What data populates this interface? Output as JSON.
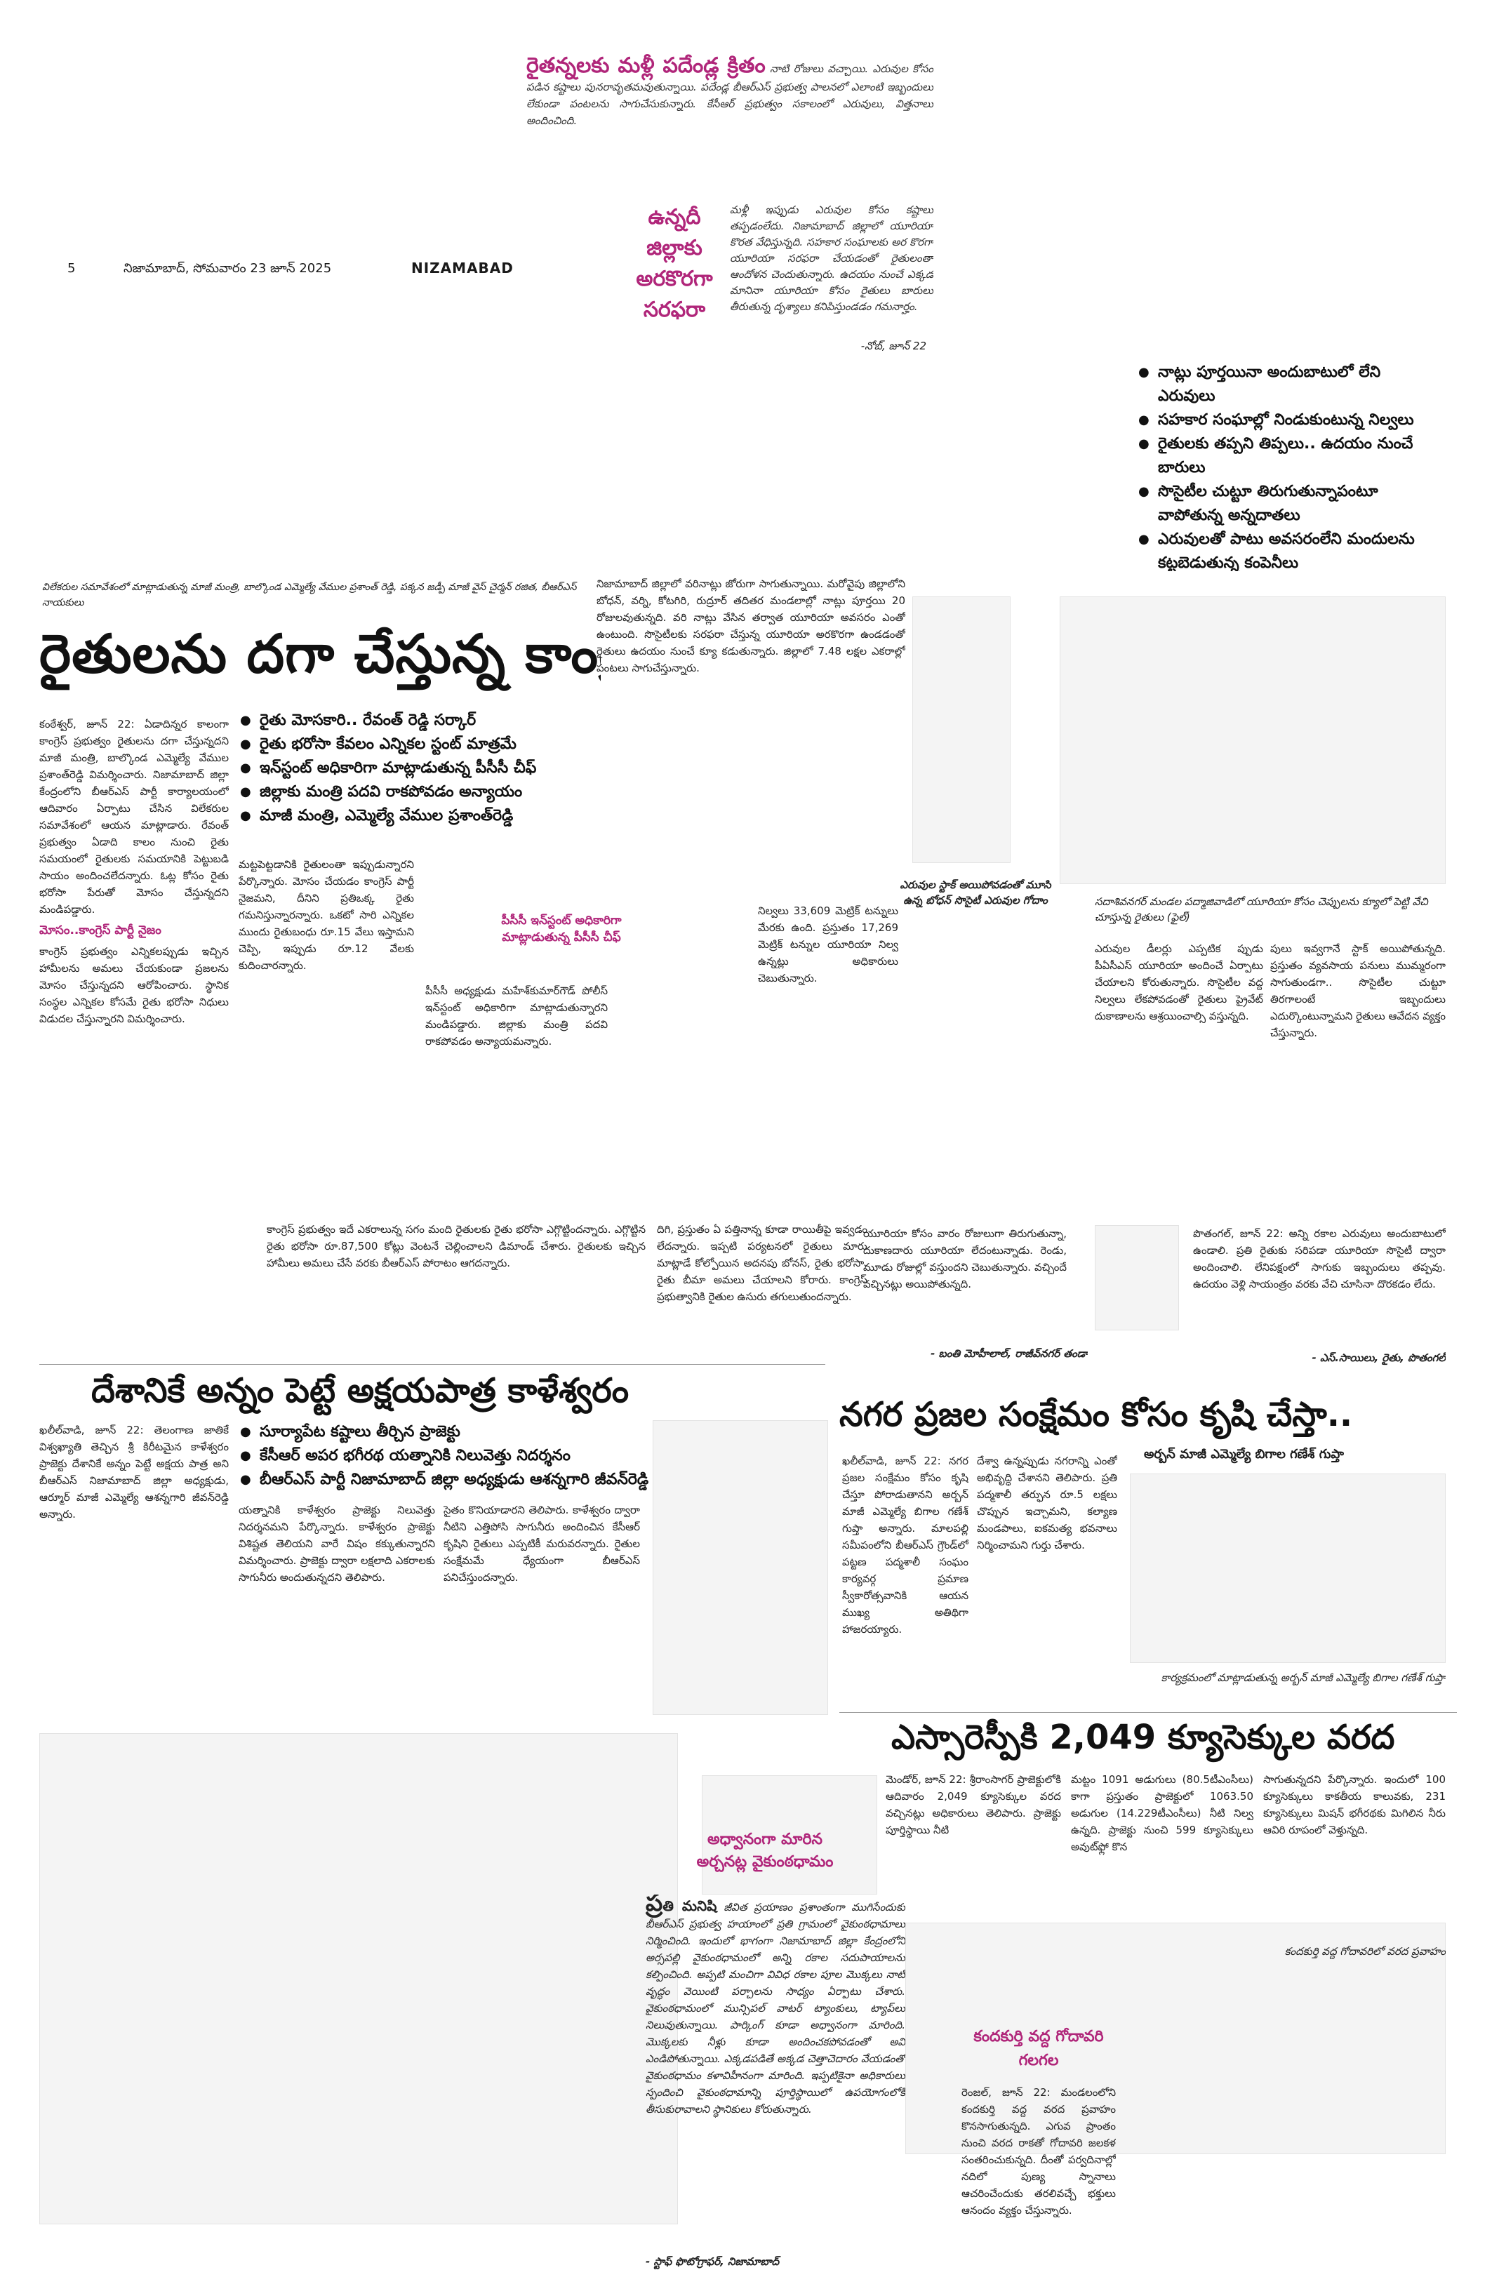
{
  "masthead": {
    "page_number": "5",
    "dateline": "నిజామాబాద్, సోమవారం 23 జూన్ 2025",
    "edition": "NIZAMABAD"
  },
  "feature": {
    "title_lead": "రైతన్నలకు మళ్లీ పదేండ్ల క్రితం",
    "title_rest": "నాటి రోజులు వచ్చాయి. ఎరువుల కోసం పడిన కష్టాలు పునరావృతమవుతున్నాయి. పదేండ్ల బీఆర్ఎస్ ప్రభుత్వ పాలనలో ఎలాంటి ఇబ్బందులు లేకుండా పంటలను సాగుచేసుకున్నారు. కేసీఆర్ ప్రభుత్వం సకాలంలో ఎరువులు, విత్తనాలు అందించింది.",
    "side_title": "ఉన్నదీ జిల్లాకు అరకొరగా సరఫరా",
    "body": "మళ్లీ ఇప్పుడు ఎరువుల కోసం కష్టాలు తప్పడంలేదు. నిజామాబాద్ జిల్లాలో యూరియా కొరత వేధిస్తున్నది. సహకార సంఘాలకు అర కొరగా యూరియా సరఫరా చేయడంతో రైతులంతా ఆందోళన చెందుతున్నారు. ఉదయం నుంచే ఎక్కడ మానినా యూరియా కోసం రైతులు బారులు తీరుతున్న దృశ్యాలు కనిపిస్తుండడం గమనార్హం.",
    "credit": "-నోబ్, జూన్ 22"
  },
  "summary_bullets": [
    "నాట్లు పూర్తయినా అందుబాటులో లేని ఎరువులు",
    "సహకార సంఘాల్లో నిండుకుంటున్న నిల్వలు",
    "రైతులకు తప్పని తిప్పలు.. ఉదయం నుంచే బారులు",
    "సొసైటీల చుట్టూ తిరుగుతున్నాపంటూ వాపోతున్న అన్నదాతలు",
    "ఎరువులతో పాటు అవసరంలేని మందులను కట్టబెడుతున్న కంపెనీలు"
  ],
  "story1": {
    "kicker": "విలేకరుల సమావేశంలో మాట్లాడుతున్న మాజీ మంత్రి, బాల్కొండ ఎమ్మెల్యే వేముల ప్రశాంత్ రెడ్డి, పక్కన జడ్పీ మాజీ వైస్ చైర్మన్ రజిత, బీఆర్ఎస్ నాయకులు",
    "headline": "రైతులను దగా చేస్తున్న కాంగ్రెస్",
    "bullets": [
      "రైతు మోసకారి.. రేవంత్ రెడ్డి సర్కార్",
      "రైతు భరోసా కేవలం ఎన్నికల స్టంట్ మాత్రమే",
      "ఇన్‌స్టంట్ అధికారిగా మాట్లాడుతున్న పీసీసీ చీఫ్",
      "జిల్లాకు మంత్రి పదవి రాకపోవడం అన్యాయం",
      "మాజీ మంత్రి, ఎమ్మెల్యే వేముల ప్రశాంత్‌రెడ్డి"
    ],
    "col1": "కంఠేశ్వర్, జూన్ 22: ఏడాదిన్నర కాలంగా కాంగ్రెస్ ప్రభుత్వం రైతులను దగా చేస్తున్నదని మాజీ మంత్రి, బాల్కొండ ఎమ్మెల్యే వేముల ప్రశాంత్‌రెడ్డి విమర్శించారు. నిజామాబాద్ జిల్లా కేంద్రంలోని బీఆర్ఎస్ పార్టీ కార్యాలయంలో ఆదివారం ఏర్పాటు చేసిన విలేకరుల సమావేశంలో ఆయన మాట్లాడారు. రేవంత్ ప్రభుత్వం ఏడాది కాలం నుంచి రైతు సమయంలో రైతులకు సమయానికి పెట్టుబడి సాయం అందించలేదన్నారు. ఓట్ల కోసం రైతు భరోసా పేరుతో మోసం చేస్తున్నదని మండిపడ్డారు.",
    "col1_subhead": "మోసం..కాంగ్రెస్ పార్టీ నైజం",
    "col1b": "కాంగ్రెస్ ప్రభుత్వం ఎన్నికలప్పుడు ఇచ్చిన హామీలను అమలు చేయకుండా ప్రజలను మోసం చేస్తున్నదని ఆరోపించారు. స్థానిక సంస్థల ఎన్నికల కోసమే రైతు భరోసా నిధులు విడుదల చేస్తున్నారని విమర్శించారు.",
    "col2": "మట్టపెట్టడానికి రైతులంతా ఇప్పుడున్నారని పేర్కొన్నారు. మోసం చేయడం కాంగ్రెస్ పార్టీ నైజమని, దీనిని ప్రతిఒక్క రైతు గమనిస్తున్నారన్నారు. ఒకటో సారి ఎన్నికల ముందు రైతుబంధు రూ.15 వేలు ఇస్తామని చెప్పి, ఇప్పుడు రూ.12 వేలకు కుదించారన్నారు.",
    "col2_subhead": "పీసీసీ ఇన్‌స్టంట్ అధికారిగా మాట్లాడుతున్న పీసీసీ చీఫ్",
    "col2b": "పీసీసీ అధ్యక్షుడు మహేశ్‌కుమార్‌గౌడ్ పోలీస్ ఇన్‌స్టంట్ అధికారిగా మాట్లాడుతున్నారని మండిపడ్డారు. జిల్లాకు మంత్రి పదవి రాకపోవడం అన్యాయమన్నారు.",
    "col3": "నిజామాబాద్ జిల్లాలో వరినాట్లు జోరుగా సాగుతున్నాయి. మరోవైపు జిల్లాలోని బోధన్, వర్ని, కోటగిరి, రుద్రూర్ తదితర మండలాల్లో నాట్లు పూర్తయి 20 రోజులవుతున్నది. వరి నాట్లు వేసిన తర్వాత యూరియా అవసరం ఎంతో ఉంటుంది. సొసైటీలకు సరఫరా చేస్తున్న యూరియా అరకొరగా ఉండడంతో రైతులు ఉదయం నుంచే క్యూ కడుతున్నారు. జిల్లాలో 7.48 లక్షల ఎకరాల్లో పంటలు సాగుచేస్తున్నారు.",
    "col3b": "నిల్వలు 33,609 మెట్రిక్ టన్నులు మేరకు ఉంది. ప్రస్తుతం 17,269 మెట్రిక్ టన్నుల యూరియా నిల్వ ఉన్నట్లు అధికారులు చెబుతున్నారు.",
    "jump": "కాంగ్రెస్ ప్రభుత్వం ఇదే ఎకరాలున్న సగం మంది రైతులకు రైతు భరోసా ఎగ్గొట్టిందన్నారు. ఎగ్గొట్టిన రైతు భరోసా రూ.87,500 కోట్లు వెంటనే చెల్లించాలని డిమాండ్ చేశారు. రైతులకు ఇచ్చిన హామీలు అమలు చేసే వరకు బీఆర్ఎస్ పోరాటం ఆగదన్నారు.",
    "jump2": "దిగి, ప్రస్తుతం ఏ పత్తినాన్న కూడా రాయితీపై ఇవ్వడం లేదన్నారు. ఇప్పటి పర్యటనలో రైతులు మారు మాట్లాడే కోల్పోయిన అదనపు బోనస్, రైతు భరోసా, రైతు బీమా అమలు చేయాలని కోరారు. కాంగ్రెస్ ప్రభుత్వానికి రైతుల ఉసురు తగులుతుందన్నారు."
  },
  "story_urea": {
    "photo_caption": "ఎరువుల స్టాక్ అయిపోవడంతో మూసి ఉన్న బోధన్ సొసైటీ ఎరువుల గోదాం",
    "caption_right": "సదాశివనగర్ మండల పద్మాజివాడిలో యూరియా కోసం చెప్పులను క్యూలో పెట్టి వేచి చూస్తున్న రైతులు (ఫైల్)",
    "body_a": "ఎరువుల డీలర్లు ఎప్పటిక ప్పుడు పీఏసీఎస్ యూరియా అందించే ఏర్పాటు చేయాలని కోరుతున్నారు. సొసైటీల వద్ద నిల్వలు లేకపోవడంతో రైతులు ప్రైవేట్ దుకాణాలను ఆశ్రయించాల్సి వస్తున్నది.",
    "body_b": "పులు ఇవ్వగానే స్టాక్ అయిపోతున్నది. ప్రస్తుతం వ్యవసాయ పనులు ముమ్మరంగా సాగుతుండగా.. సొసైటీల చుట్టూ తిరగాలంటే ఇబ్బందులు ఎదుర్కొంటున్నామని రైతులు ఆవేదన వ్యక్తం చేస్తున్నారు.",
    "farmer_quote_a": "యూరియా కోసం వారం రోజులుగా తిరుగుతున్నా, దుకాణదారు యూరియా లేదంటున్నాడు. రెండు, మూడు రోజుల్లో వస్తుందని చెబుతున్నారు. వచ్చిందే వచ్చినట్లు అయిపోతున్నది.",
    "farmer_credit_a": "- బంతి మోహీలాల్, రాజీవ్‌నగర్ తండా",
    "farmer_quote_b": "పొతంగల్, జూన్ 22: అన్ని రకాల ఎరువులు అందుబాటులో ఉండాలి. ప్రతి రైతుకు సరిపడా యూరియా సొసైటీ ద్వారా అందించాలి. లేనిపక్షంలో సాగుకు ఇబ్బందులు తప్పవు. ఉదయం వెళ్లి సాయంత్రం వరకు వేచి చూసినా దొరకడం లేదు.",
    "farmer_credit_b": "- ఎస్.సాయిలు, రైతు, పొతంగల్"
  },
  "story_kaleshwaram": {
    "headline": "దేశానికే అన్నం పెట్టే అక్షయపాత్ర కాళేశ్వరం",
    "bullets": [
      "సూర్యాపేట కష్టాలు తీర్చిన ప్రాజెక్టు",
      "కేసీఆర్ అపర భగీరథ యత్నానికి నిలువెత్తు నిదర్శనం",
      "బీఆర్ఎస్ పార్టీ నిజామాబాద్ జిల్లా అధ్యక్షుడు ఆశన్నగారి జీవన్‌రెడ్డి"
    ],
    "col1": "ఖలీల్‌వాడి, జూన్ 22: తెలంగాణ జాతికే విశ్వఖ్యాతి తెచ్చిన శ్రీ కిరీటమైన కాళేశ్వరం ప్రాజెక్టు దేశానికే అన్నం పెట్టే అక్షయ పాత్ర అని బీఆర్ఎస్ నిజామాబాద్ జిల్లా అధ్యక్షుడు, ఆర్మూర్ మాజీ ఎమ్మెల్యే ఆశన్నగారి జీవన్‌రెడ్డి అన్నారు.",
    "col2": "యత్నానికి కాళేశ్వరం ప్రాజెక్టు నిలువెత్తు నిదర్శనమని పేర్కొన్నారు. కాళేశ్వరం ప్రాజెక్టు విశిష్టత తెలియని వారే విషం కక్కుతున్నారని విమర్శించారు. ప్రాజెక్టు ద్వారా లక్షలాది ఎకరాలకు సాగునీరు అందుతున్నదని తెలిపారు.",
    "col3": "సైతం కొనియాడారని తెలిపారు. కాళేశ్వరం ద్వారా నీటిని ఎత్తిపోసి సాగునీరు అందించిన కేసీఆర్ కృషిని రైతులు ఎప్పటికీ మరువరన్నారు. రైతుల సంక్షేమమే ధ్యేయంగా బీఆర్ఎస్ పనిచేస్తుందన్నారు."
  },
  "story_gupta": {
    "headline": "నగర ప్రజల సంక్షేమం కోసం కృషి చేస్తా..",
    "sub": "అర్బన్ మాజీ ఎమ్మెల్యే బిగాల గణేశ్ గుప్తా",
    "col1": "ఖలీల్‌వాడి, జూన్ 22: నగర ప్రజల సంక్షేమం కోసం కృషి చేస్తూ పోరాడుతానని అర్బన్ మాజీ ఎమ్మెల్యే బిగాల గణేశ్ గుప్తా అన్నారు. మాలపల్లి సమీపంలోని బీఆర్ఎస్ గ్రౌండ్‌లో పట్టణ పద్మశాలీ సంఘం కార్యవర్గ ప్రమాణ స్వీకారోత్సవానికి ఆయన ముఖ్య అతిథిగా హాజరయ్యారు.",
    "col2": "దేశ్వా ఉన్నప్పుడు నగరాన్ని ఎంతో అభివృద్ధి చేశానని తెలిపారు. ప్రతి పద్మశాలీ తర్ఫున రూ.5 లక్షలు చొప్పున ఇచ్చామని, కల్యాణ మండపాలు, ఐకమత్య భవనాలు నిర్మించామని గుర్తు చేశారు.",
    "photo_caption": "కార్యక్రమంలో మాట్లాడుతున్న అర్బన్ మాజీ ఎమ్మెల్యే బిగాల గణేశ్ గుప్తా"
  },
  "story_sriram": {
    "headline": "ఎస్సారెస్పీకి 2,049 క్యూసెక్కుల వరద",
    "col1": "మెండోర్, జూన్ 22: శ్రీరాంసాగర్ ప్రాజెక్టులోకి ఆదివారం 2,049 క్యూసెక్కుల వరద వచ్చినట్లు అధికారులు తెలిపారు. ప్రాజెక్టు పూర్తిస్థాయి నీటి",
    "col2": "మట్టం 1091 అడుగులు (80.5టీఎంసీలు) కాగా ప్రస్తుతం ప్రాజెక్టులో 1063.50 అడుగుల (14.229టీఎంసీలు) నీటి నిల్వ ఉన్నది. ప్రాజెక్టు నుంచి 599 క్యూసెక్కులు అవుట్‌ఫ్లో కొన",
    "col3": "సాగుతున్నదని పేర్కొన్నారు. ఇందులో 100 క్యూసెక్కులు కాకతీయ కాలువకు, 231 క్యూసెక్కులు మిషన్ భగీరథకు మిగిలిన నీరు ఆవిరి రూపంలో వెళ్తున్నది."
  },
  "story_statue": {
    "headline_a": "అధ్వానంగా మారిన",
    "headline_b": "అర్చనట్ల వైకుంఠధామం",
    "dropcap": "ప్ర",
    "lead": "తి మనిషి",
    "body": "జీవిత ప్రయాణం ప్రశాంతంగా ముగిసేందుకు బీఆర్ఎస్ ప్రభుత్వ హయాంలో ప్రతి గ్రామంలో వైకుంఠధామాలు నిర్మించింది. ఇందులో భాగంగా నిజామాబాద్ జిల్లా కేంద్రంలోని అర్సపల్లి వైకుంఠధామంలో అన్ని రకాల సదుపాయాలను కల్పించింది. అప్పటి మంచిగా వివిధ రకాల పూల మొక్కలు నాటి వృద్ధం వెయింటి పర్చాలను సాధ్యం ఏర్పాటు చేశారు. వైకుంఠధామంలో మున్సిపల్ వాటర్ ట్యాంకులు, ట్యాప్‌లు నిలువుతున్నాయి. పార్కింగ్ కూడా అధ్వానంగా మారింది. మొక్కలకు నీళ్లు కూడా అందించకపోవడంతో అవి ఎండిపోతున్నాయి. ఎక్కడపడితే అక్కడ చెత్తాచెదారం వేయడంతో వైకుంఠధామం కళావిహీనంగా మారింది. ఇప్పటికైనా అధికారులు స్పందించి వైకుంఠధామాన్ని పూర్తిస్థాయిలో ఉపయోగంలోకి తీసుకురావాలని స్థానికులు కోరుతున్నారు.",
    "credit": "- స్టాఫ్ ఫొటోగ్రాఫర్, నిజామాబాద్"
  },
  "story_godavari": {
    "photo_caption": "కందకుర్తి వద్ద గోదావరిలో వరద ప్రవాహం",
    "headline": "కందకుర్తి వద్ద గోదావరి గలగల",
    "body": "రెంజల్, జూన్ 22: మండలంలోని కందకుర్తి వద్ద వరద ప్రవాహం కొనసాగుతున్నది. ఎగువ ప్రాంతం నుంచి వరద రాకతో గోదావరి జలకళ సంతరించుకున్నది. దీంతో పర్వదినాల్లో నదిలో పుణ్య స్నానాలు ఆచరించేందుకు తరలివచ్చే భక్తులు ఆనందం వ్యక్తం చేస్తున్నారు."
  }
}
